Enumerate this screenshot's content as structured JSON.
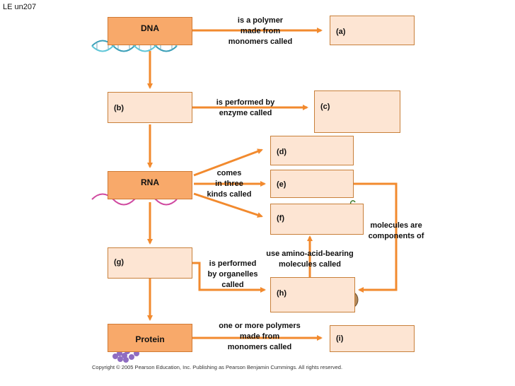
{
  "figure_id": "LE un207",
  "nodes": {
    "dna": "DNA",
    "rna": "RNA",
    "protein": "Protein",
    "a": "(a)",
    "b": "(b)",
    "c": "(c)",
    "d": "(d)",
    "e": "(e)",
    "f": "(f)",
    "g": "(g)",
    "h": "(h)",
    "i": "(i)"
  },
  "captions": {
    "dna_to_a": [
      "is a polymer",
      "made from",
      "monomers called"
    ],
    "b_to_c": [
      "is performed by",
      "enzyme called"
    ],
    "rna_kinds": [
      "comes",
      "in three",
      "kinds called"
    ],
    "e_components": [
      "molecules are",
      "components of"
    ],
    "f_to_g": [
      "use amino-acid-bearing",
      "molecules called"
    ],
    "g_to_h": [
      "is performed",
      "by organelles",
      "called"
    ],
    "protein_to_i": [
      "one or more polymers",
      "made from",
      "monomers called"
    ]
  },
  "copyright": "Copyright © 2005 Pearson Education, Inc. Publishing as Pearson Benjamin Cummings. All rights reserved.",
  "colors": {
    "arrow": "#f28a2e",
    "box_fill": "#fde5d3",
    "box_solid": "#f8a96a",
    "box_border": "#c8803a"
  }
}
